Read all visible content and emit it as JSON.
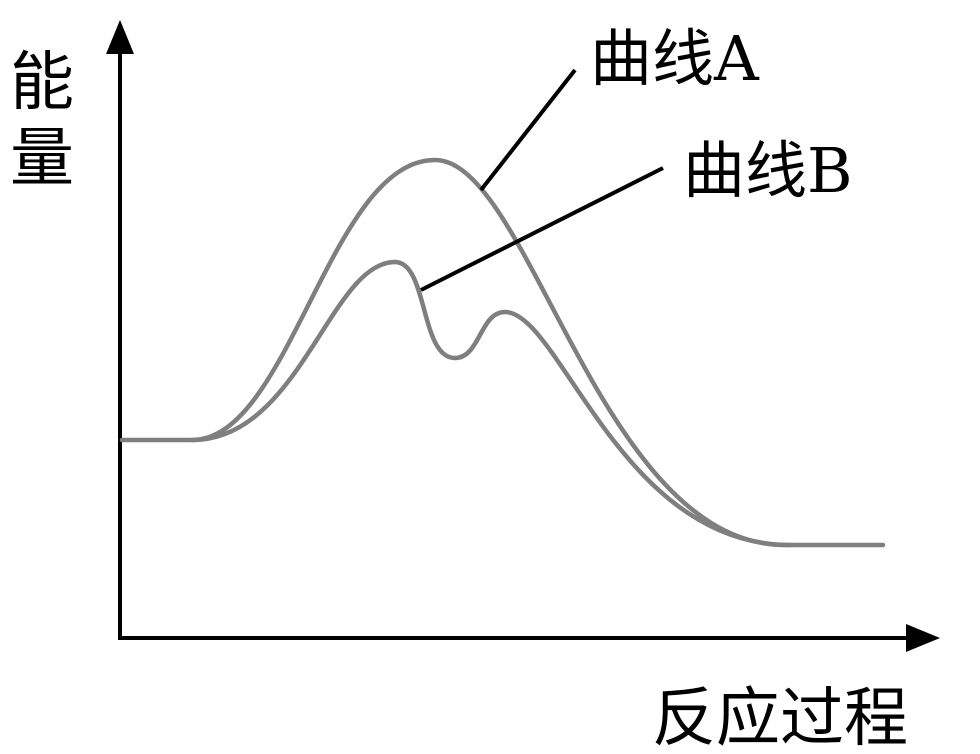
{
  "diagram": {
    "y_axis_label_lines": [
      "能",
      "量"
    ],
    "x_axis_label": "反应过程",
    "curve_a_label": "曲线A",
    "curve_b_label": "曲线B",
    "colors": {
      "axis": "#000000",
      "curve": "#7f7f7f",
      "leader": "#000000"
    }
  }
}
